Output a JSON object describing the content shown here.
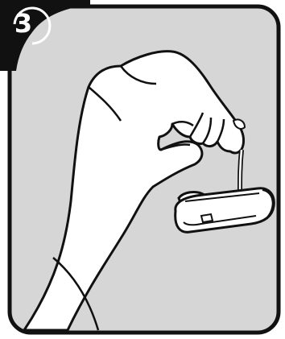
{
  "step": {
    "number": "3"
  },
  "colors": {
    "panel_fill": "#d6d6d6",
    "panel_border": "#111111",
    "corner_badge": "#111111",
    "skin_fill": "#ffffff",
    "line": "#111111"
  },
  "icons": {
    "badge": "step-number-badge",
    "hand": "hand-illustration",
    "device": "bluetooth-headset-illustration"
  }
}
